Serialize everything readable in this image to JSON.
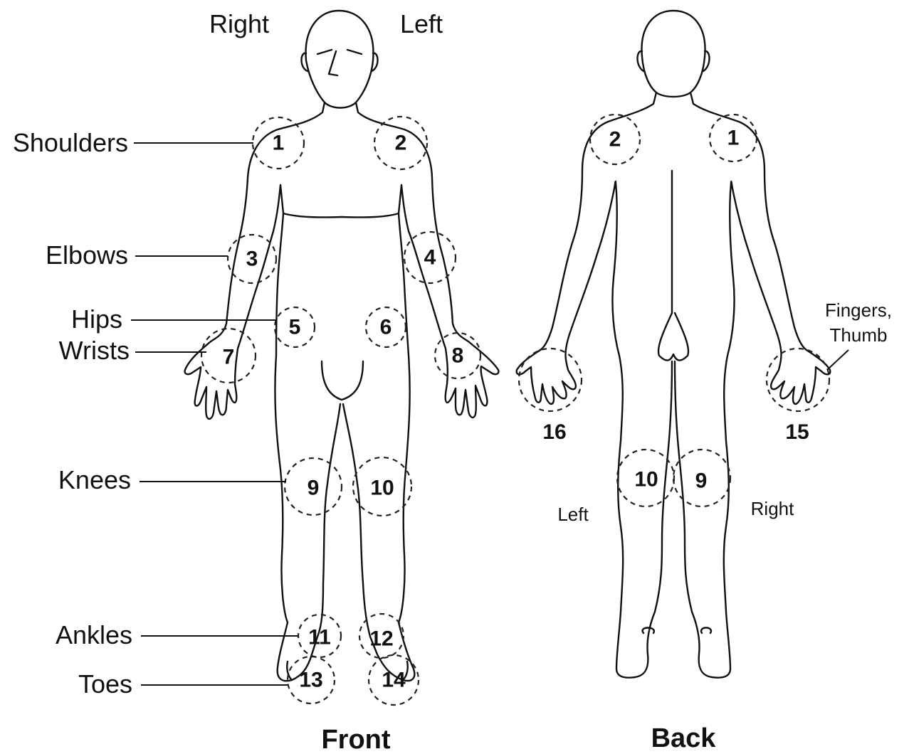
{
  "front": {
    "orientation_right": "Right",
    "orientation_left": "Left",
    "view_label": "Front",
    "side_labels": {
      "shoulders": "Shoulders",
      "elbows": "Elbows",
      "hips": "Hips",
      "wrists": "Wrists",
      "knees": "Knees",
      "ankles": "Ankles",
      "toes": "Toes"
    },
    "joints": {
      "right_shoulder": "1",
      "left_shoulder": "2",
      "right_elbow": "3",
      "left_elbow": "4",
      "right_hip": "5",
      "left_hip": "6",
      "right_wrist": "7",
      "left_wrist": "8",
      "right_knee": "9",
      "left_knee": "10",
      "right_ankle": "11",
      "left_ankle": "12",
      "right_toes": "13",
      "left_toes": "14"
    }
  },
  "back": {
    "view_label": "Back",
    "fingers_label_line1": "Fingers,",
    "fingers_label_line2": "Thumb",
    "leg_left": "Left",
    "leg_right": "Right",
    "joints": {
      "left_shoulder": "2",
      "right_shoulder": "1",
      "left_hand": "16",
      "right_hand": "15",
      "left_knee": "10",
      "right_knee": "9"
    }
  }
}
